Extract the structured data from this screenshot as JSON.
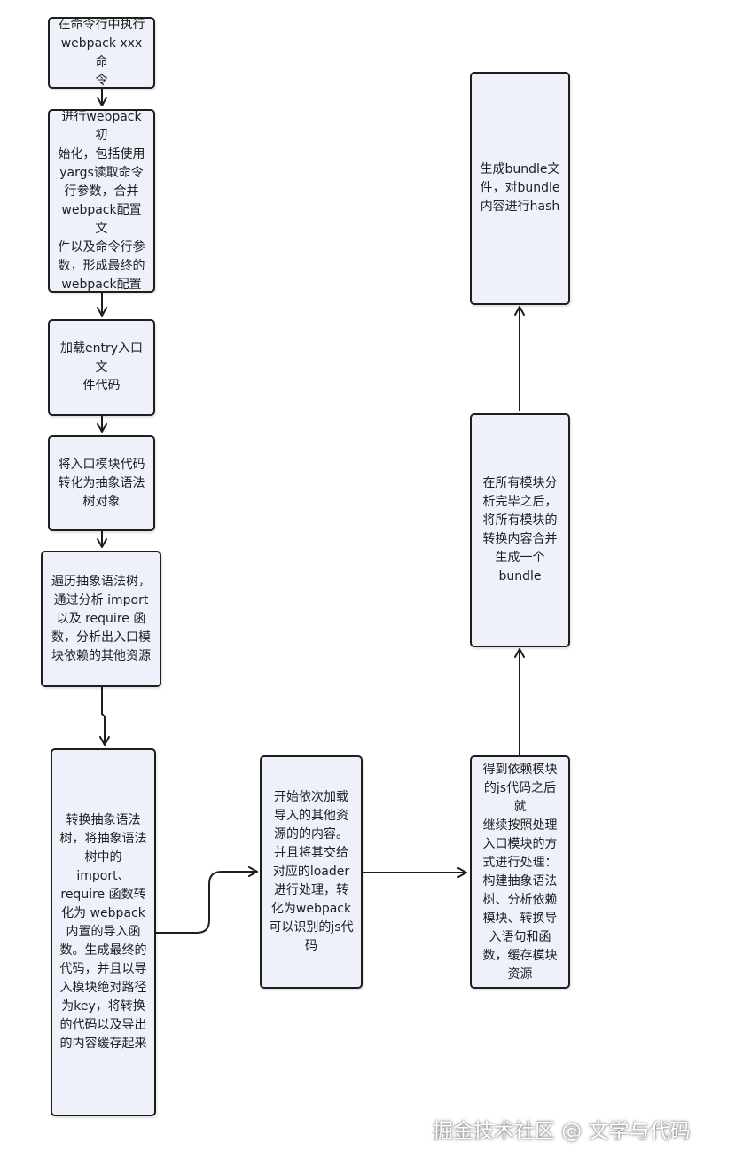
{
  "diagram": {
    "nodes": [
      {
        "id": "n1",
        "text": "在命令行中执行\nwebpack xxx 命\n令"
      },
      {
        "id": "n2",
        "text": "进行webpack初\n始化，包括使用\nyargs读取命令\n行参数，合并\nwebpack配置文\n件以及命令行参\n数，形成最终的\nwebpack配置"
      },
      {
        "id": "n3",
        "text": "加载entry入口文\n件代码"
      },
      {
        "id": "n4",
        "text": "将入口模块代码\n转化为抽象语法\n树对象"
      },
      {
        "id": "n5",
        "text": "遍历抽象语法树，\n通过分析 import\n以及 require 函\n数，分析出入口模\n块依赖的其他资源"
      },
      {
        "id": "n6",
        "text": "转换抽象语法\n树，将抽象语法\n树中的\nimport、\nrequire 函数转\n化为 webpack\n内置的导入函\n数。生成最终的\n代码，并且以导\n入模块绝对路径\n为key，将转换\n的代码以及导出\n的内容缓存起来"
      },
      {
        "id": "n7",
        "text": "开始依次加载\n导入的其他资\n源的的内容。\n并且将其交给\n对应的loader\n进行处理，转\n化为webpack\n可以识别的js代\n码"
      },
      {
        "id": "n8",
        "text": "得到依赖模块\n的js代码之后就\n继续按照处理\n入口模块的方\n式进行处理：\n构建抽象语法\n树、分析依赖\n模块、转换导\n入语句和函\n数，缓存模块\n资源"
      },
      {
        "id": "n9",
        "text": "在所有模块分\n析完毕之后，\n将所有模块的\n转换内容合并\n生成一个\nbundle"
      },
      {
        "id": "n10",
        "text": "生成bundle文\n件，对bundle\n内容进行hash"
      }
    ],
    "edges": [
      {
        "from": "n1",
        "to": "n2"
      },
      {
        "from": "n2",
        "to": "n3"
      },
      {
        "from": "n3",
        "to": "n4"
      },
      {
        "from": "n4",
        "to": "n5"
      },
      {
        "from": "n5",
        "to": "n6"
      },
      {
        "from": "n6",
        "to": "n7"
      },
      {
        "from": "n7",
        "to": "n8"
      },
      {
        "from": "n8",
        "to": "n9"
      },
      {
        "from": "n9",
        "to": "n10"
      }
    ]
  },
  "colors": {
    "node_fill": "#eef1fa",
    "node_border": "#1e1e1e",
    "edge": "#1e1e1e",
    "text": "#1e1e1e"
  },
  "watermark": "掘金技术社区 @ 文学与代码"
}
